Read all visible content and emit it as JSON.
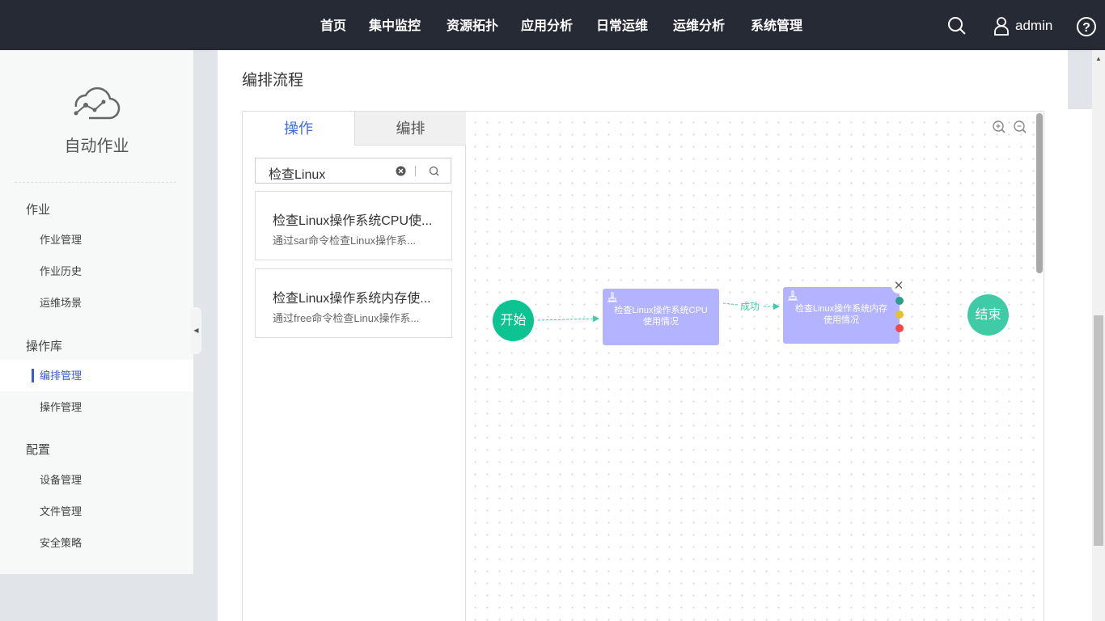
{
  "header": {
    "nav": [
      "首页",
      "集中监控",
      "资源拓扑",
      "应用分析",
      "日常运维",
      "运维分析",
      "系统管理"
    ],
    "user": "admin"
  },
  "sidebar": {
    "title": "自动作业",
    "groups": [
      {
        "label": "作业",
        "items": [
          "作业管理",
          "作业历史",
          "运维场景"
        ]
      },
      {
        "label": "操作库",
        "items": [
          "编排管理",
          "操作管理"
        ]
      },
      {
        "label": "配置",
        "items": [
          "设备管理",
          "文件管理",
          "安全策略"
        ]
      }
    ],
    "active": "编排管理"
  },
  "main": {
    "title": "编排流程",
    "tabs": [
      "操作",
      "编排"
    ],
    "search_value": "检查Linux",
    "results": [
      {
        "title": "检查Linux操作系统CPU使...",
        "desc": "通过sar命令检查Linux操作系..."
      },
      {
        "title": "检查Linux操作系统内存使...",
        "desc": "通过free命令检查Linux操作系..."
      }
    ]
  },
  "flow": {
    "start": "开始",
    "end": "结束",
    "nodes": [
      "检查Linux操作系统CPU使用情况",
      "检查Linux操作系统内存使用情况"
    ],
    "edge_label": "成功"
  },
  "colors": {
    "header": "#262a35",
    "accent": "#3b6ee0",
    "node": "#b3b3ff",
    "start": "#0dc391",
    "end": "#3ecba5"
  }
}
